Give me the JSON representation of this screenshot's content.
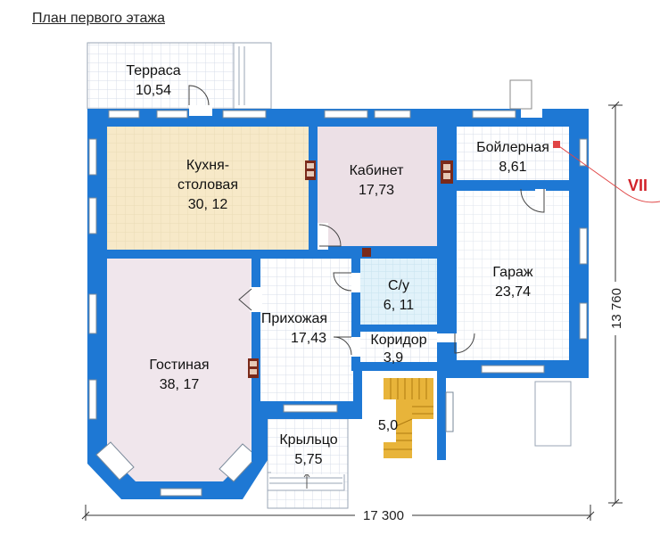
{
  "page_title": "План первого этажа",
  "colors": {
    "wall": "#1e78d4",
    "grid_tile": "#dfe6ef",
    "kitchen_fill": "#f6e7c3",
    "living_fill": "#efe4ea",
    "office_fill": "#ecdfe6",
    "bath_fill": "#dcf0f8",
    "stairs": "#e8b43a",
    "window": "#ffffff",
    "dimension_line": "#333333",
    "logo_red": "#d2232a"
  },
  "rooms": {
    "terrace": {
      "name": "Терраса",
      "area": "10,54"
    },
    "kitchen": {
      "name_line1": "Кухня-",
      "name_line2": "столовая",
      "area": "30, 12"
    },
    "office": {
      "name": "Кабинет",
      "area": "17,73"
    },
    "boiler": {
      "name": "Бойлерная",
      "area": "8,61"
    },
    "garage": {
      "name": "Гараж",
      "area": "23,74"
    },
    "bathroom": {
      "name": "С/у",
      "area": "6, 11"
    },
    "hall": {
      "name": "Прихожая",
      "area": "17,43"
    },
    "corridor": {
      "name": "Коридор",
      "area": "3,9"
    },
    "living": {
      "name": "Гостиная",
      "area": "38, 17"
    },
    "stairs": {
      "area": "5,0"
    },
    "porch": {
      "name": "Крыльцо",
      "area": "5,75"
    }
  },
  "dimensions": {
    "width": "17 300",
    "height": "13 760"
  },
  "logo_text": "VII"
}
